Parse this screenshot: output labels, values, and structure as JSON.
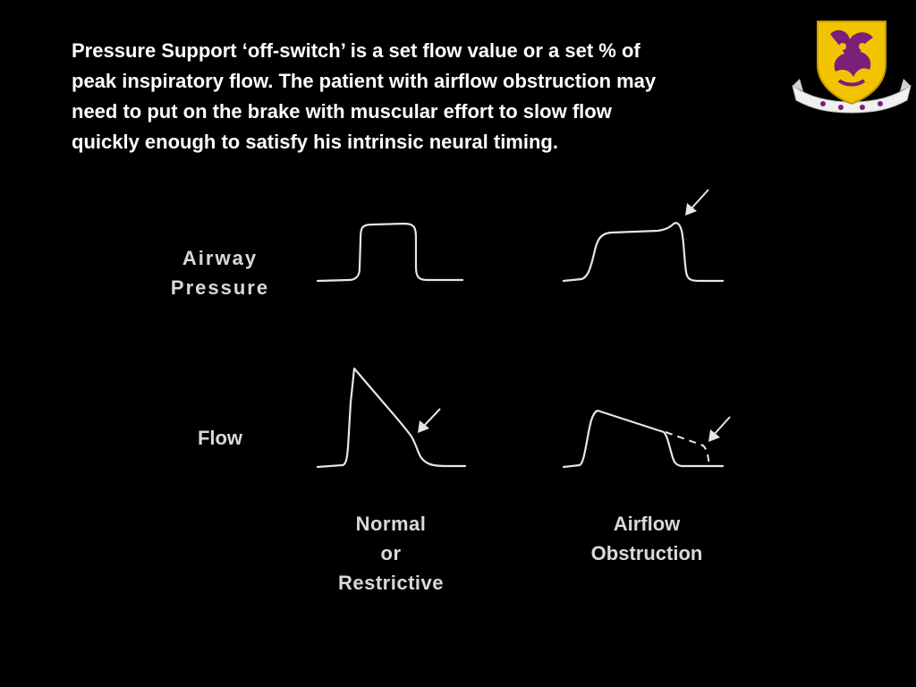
{
  "intro": {
    "lines": [
      "Pressure Support ‘off-switch’ is a set flow value or a set % of",
      "peak inspiratory flow. The patient with airflow obstruction may",
      "need to put on the brake with muscular effort to slow flow",
      "quickly enough to satisfy his intrinsic neural timing."
    ]
  },
  "rows": {
    "pressure": [
      "Airway",
      "Pressure"
    ],
    "flow": "Flow"
  },
  "columns": {
    "normal": [
      "Normal",
      "or",
      "Restrictive"
    ],
    "obstruction": [
      "Airflow",
      "Obstruction"
    ]
  },
  "logo": {
    "icon": "university-crest-icon",
    "colors": {
      "shield": "#f2c400",
      "emblem": "#7a1f7a",
      "ribbon": "#f0f0f0"
    }
  },
  "colors": {
    "background": "#000000",
    "text": "#ffffff",
    "label": "#d9d9d9",
    "trace": "#e6e6e6"
  }
}
